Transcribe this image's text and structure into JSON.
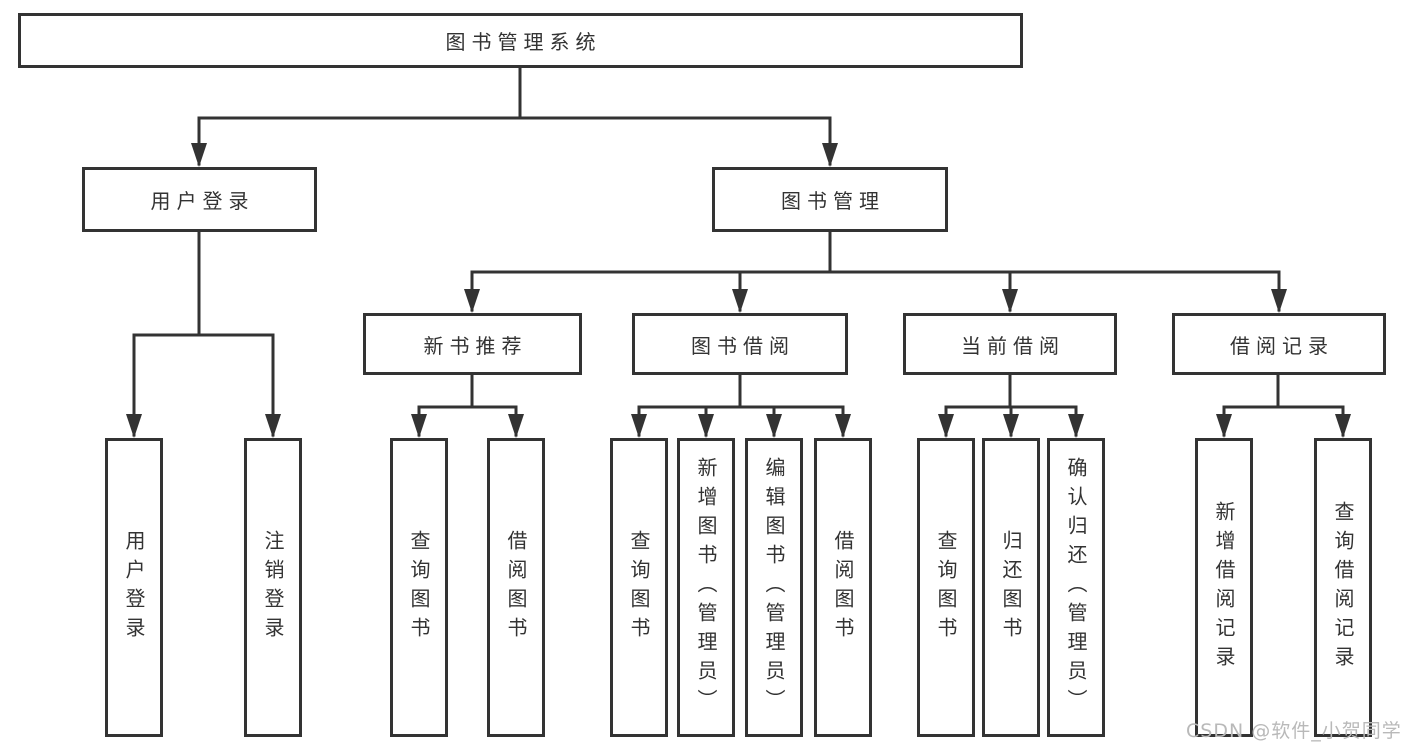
{
  "diagram": {
    "root": "图书管理系统",
    "user_login": {
      "label": "用户登录",
      "children": [
        "用户登录",
        "注销登录"
      ]
    },
    "book_management": {
      "label": "图书管理",
      "new_books": {
        "label": "新书推荐",
        "children": [
          "查询图书",
          "借阅图书"
        ]
      },
      "book_borrow": {
        "label": "图书借阅",
        "children": [
          "查询图书",
          "新增图书（管理员）",
          "编辑图书（管理员）",
          "借阅图书"
        ]
      },
      "current_borrow": {
        "label": "当前借阅",
        "children": [
          "查询图书",
          "归还图书",
          "确认归还（管理员）"
        ]
      },
      "borrow_records": {
        "label": "借阅记录",
        "children": [
          "新增借阅记录",
          "查询借阅记录"
        ]
      }
    }
  },
  "watermark": "CSDN @软件_小贺同学",
  "colors": {
    "line": "#333333",
    "text": "#333333",
    "watermark": "#b9b9b9",
    "background": "#ffffff"
  }
}
